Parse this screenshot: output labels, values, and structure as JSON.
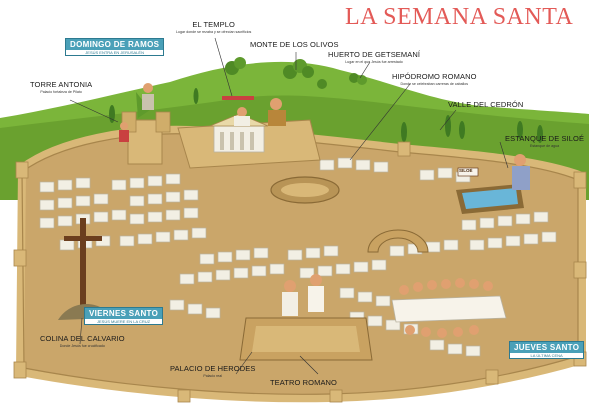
{
  "title": "LA SEMANA SANTA",
  "colors": {
    "title": "#e35a57",
    "sky": "#ffffff",
    "hill": "#7bb53a",
    "wall": "#d9b878",
    "wall_shadow": "#a8864c",
    "house": "#f2efe4",
    "house_shadow": "#b8b2a0",
    "ground": "#caa66a",
    "label_box": "#4aa0b8"
  },
  "boxes": {
    "domingo": {
      "name": "DOMINGO DE RAMOS",
      "desc": "JESÚS ENTRA EN JERUSALÉN"
    },
    "viernes": {
      "name": "VIERNES SANTO",
      "desc": "JESÚS MUERE EN LA CRUZ"
    },
    "jueves": {
      "name": "JUEVES SANTO",
      "desc": "LA ÚLTIMA CENA"
    }
  },
  "labels": {
    "templo": {
      "name": "EL TEMPLO",
      "desc": "Lugar donde se rezaba y se ofrecían sacrificios"
    },
    "olivos": {
      "name": "MONTE DE LOS OLIVOS"
    },
    "getsemani": {
      "name": "HUERTO DE GETSEMANÍ",
      "desc": "Lugar en el que Jesús fue arrestado"
    },
    "antonia": {
      "name": "TORRE ANTONIA",
      "desc": "Palacio fortaleza de Pilato"
    },
    "hipodromo": {
      "name": "HIPÓDROMO ROMANO",
      "desc": "Donde se celebraban carreras de caballos"
    },
    "cedron": {
      "name": "VALLE DEL CEDRÓN"
    },
    "siloe": {
      "name": "ESTANQUE DE SILOÉ",
      "desc": "Estanque de agua"
    },
    "calvario": {
      "name": "COLINA DEL CALVARIO",
      "desc": "Donde Jesús fue crucificado"
    },
    "herodes": {
      "name": "PALACIO DE HERODES",
      "desc": "Palacio real"
    },
    "teatro": {
      "name": "TEATRO ROMANO"
    }
  },
  "signs": {
    "siloe": "SILOÉ"
  }
}
